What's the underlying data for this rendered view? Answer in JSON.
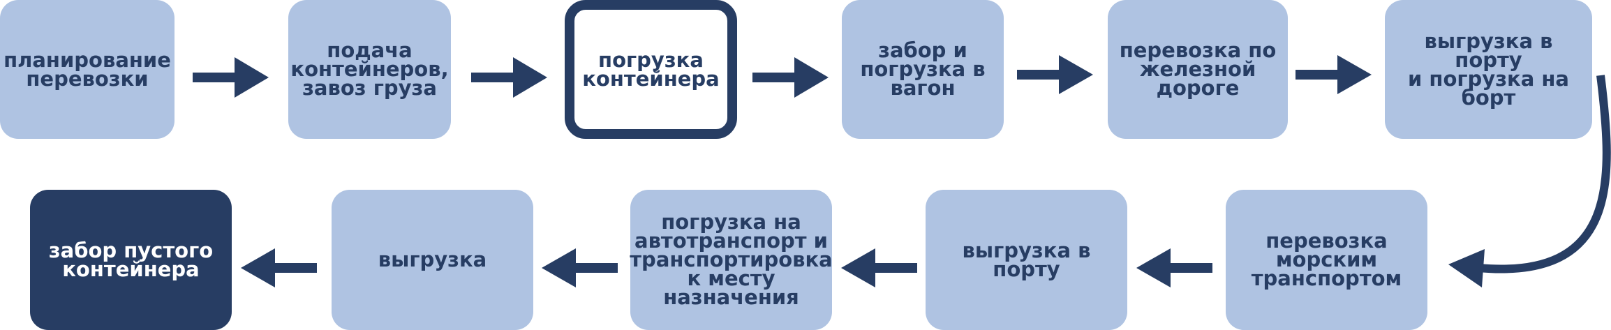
{
  "diagram": {
    "top_row": [
      {
        "label": "планирование\nперевозки"
      },
      {
        "label": "подача\nконтейнеров,\nзавоз груза"
      },
      {
        "label": "погрузка\nконтейнера"
      },
      {
        "label": "забор и\nпогрузка в\nвагон"
      },
      {
        "label": "перевозка по\nжелезной\nдороге"
      },
      {
        "label": "выгрузка в порту\nи погрузка на\nборт"
      }
    ],
    "bottom_row": [
      {
        "label": "забор пустого\nконтейнера"
      },
      {
        "label": "выгрузка"
      },
      {
        "label": "погрузка на\nавтотранспорт и\nтранспортировка\nк месту\nназначения"
      },
      {
        "label": "выгрузка в порту"
      },
      {
        "label": "перевозка\nморским\nтранспортом"
      }
    ],
    "colors": {
      "box_fill": "#afc3e2",
      "dark": "#273d63",
      "text_light": "#ffffff"
    }
  }
}
